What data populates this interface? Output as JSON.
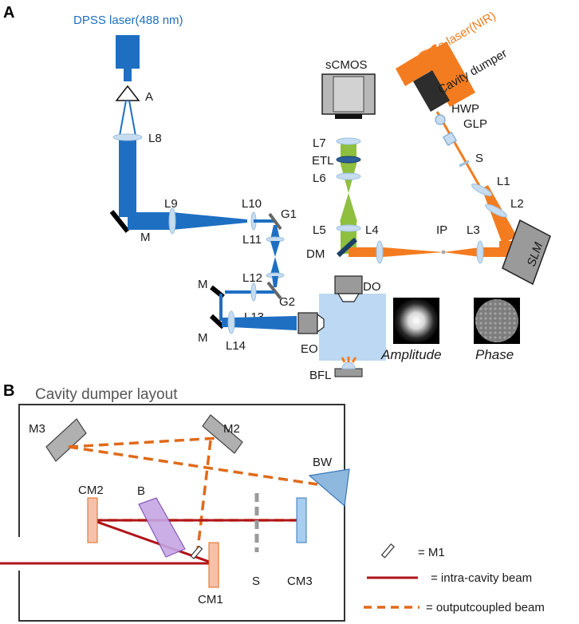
{
  "panel_a": {
    "label": "A",
    "blue_laser": "DPSS laser(488 nm)",
    "nir_laser": "Ti:Sa laser(NIR)",
    "cavity_dumper": "Cavity dumper",
    "camera": "sCMOS",
    "labels": {
      "A": "A",
      "L8": "L8",
      "M_top": "M",
      "L9": "L9",
      "L10": "L10",
      "G1": "G1",
      "L11": "L11",
      "L12": "L12",
      "G2": "G2",
      "L13": "L13",
      "M_a": "M",
      "M_b": "M",
      "L14": "L14",
      "EO": "EO",
      "BFL": "BFL",
      "DO": "DO",
      "DM": "DM",
      "L5": "L5",
      "L6": "L6",
      "ETL": "ETL",
      "L7": "L7",
      "L4": "L4",
      "IP": "IP",
      "L3": "L3",
      "L2": "L2",
      "L1": "L1",
      "S": "S",
      "GLP": "GLP",
      "HWP": "HWP",
      "SLM": "SLM"
    },
    "amplitude": "Amplitude",
    "phase": "Phase"
  },
  "panel_b": {
    "label": "B",
    "title": "Cavity dumper layout",
    "labels": {
      "M3": "M3",
      "M2": "M2",
      "BW": "BW",
      "CM2": "CM2",
      "B": "B",
      "S": "S",
      "CM3": "CM3",
      "CM1": "CM1"
    },
    "legend": {
      "m1": "= M1",
      "intra": "= intra-cavity beam",
      "out": "= outputcoupled beam"
    }
  },
  "colors": {
    "blue_beam": "#1e6fc2",
    "orange_beam": "#f47c20",
    "green_beam": "#8fbf3f",
    "lens": "#c7dcf0",
    "sample_box": "#bcd8f2",
    "intra_beam": "#b0141a",
    "out_beam": "#e06a1a"
  }
}
